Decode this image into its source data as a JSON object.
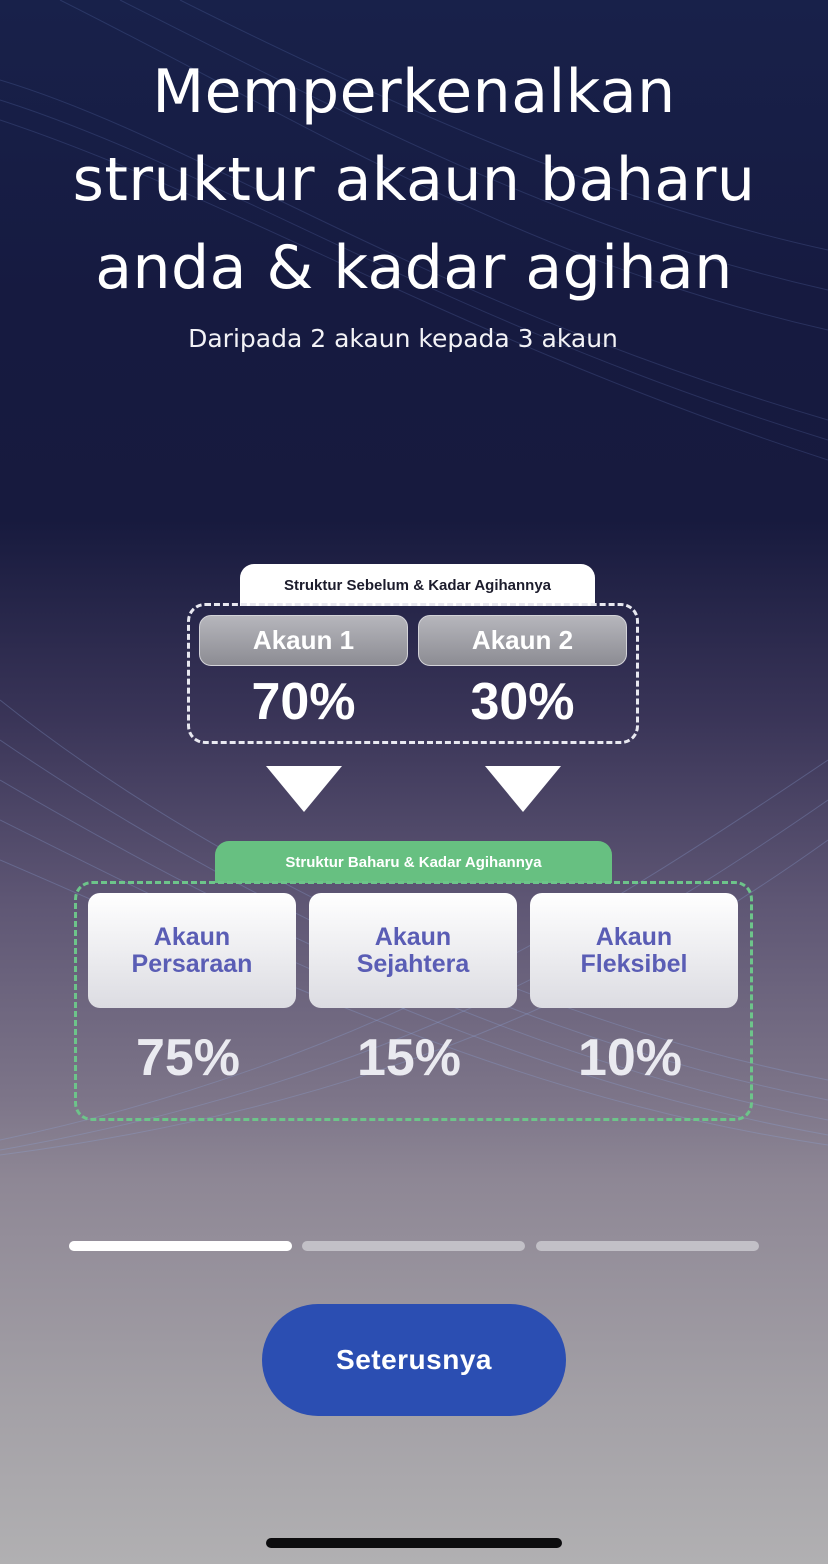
{
  "header": {
    "title_lines": [
      "Memperkenalkan",
      "struktur akaun baharu",
      "anda & kadar agihan"
    ],
    "subtitle": "Daripada 2 akaun kepada 3 akaun"
  },
  "old_structure": {
    "tag": "Struktur Sebelum & Kadar Agihannya",
    "accounts": [
      {
        "label": "Akaun 1",
        "percent": "70%"
      },
      {
        "label": "Akaun 2",
        "percent": "30%"
      }
    ]
  },
  "new_structure": {
    "tag": "Struktur Baharu & Kadar Agihannya",
    "accounts": [
      {
        "label": "Akaun\nPersaraan",
        "percent": "75%"
      },
      {
        "label": "Akaun\nSejahtera",
        "percent": "15%"
      },
      {
        "label": "Akaun\nFleksibel",
        "percent": "10%"
      }
    ]
  },
  "pager": {
    "total_steps": 3,
    "current_step": 1
  },
  "next_button": {
    "label": "Seterusnya",
    "color": "#2b4eb2"
  },
  "colors": {
    "new_accent": "#67c081",
    "card_text": "#5a5db5"
  }
}
